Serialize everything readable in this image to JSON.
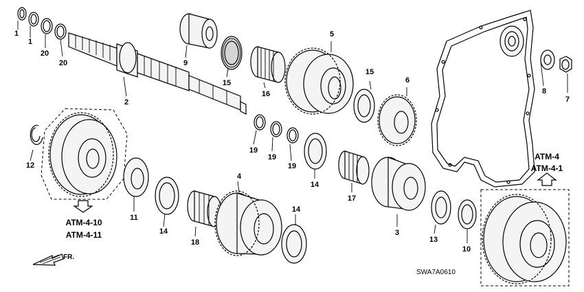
{
  "callouts": [
    {
      "id": "c1a",
      "label": "1"
    },
    {
      "id": "c1b",
      "label": "1"
    },
    {
      "id": "c20a",
      "label": "20"
    },
    {
      "id": "c20b",
      "label": "20"
    },
    {
      "id": "c2",
      "label": "2"
    },
    {
      "id": "c9",
      "label": "9"
    },
    {
      "id": "c15a",
      "label": "15"
    },
    {
      "id": "c16",
      "label": "16"
    },
    {
      "id": "c5",
      "label": "5"
    },
    {
      "id": "c15b",
      "label": "15"
    },
    {
      "id": "c6",
      "label": "6"
    },
    {
      "id": "c8",
      "label": "8"
    },
    {
      "id": "c7",
      "label": "7"
    },
    {
      "id": "c19a",
      "label": "19"
    },
    {
      "id": "c19b",
      "label": "19"
    },
    {
      "id": "c19c",
      "label": "19"
    },
    {
      "id": "c14a",
      "label": "14"
    },
    {
      "id": "c17",
      "label": "17"
    },
    {
      "id": "c12",
      "label": "12"
    },
    {
      "id": "c11",
      "label": "11"
    },
    {
      "id": "c14b",
      "label": "14"
    },
    {
      "id": "c18",
      "label": "18"
    },
    {
      "id": "c4",
      "label": "4"
    },
    {
      "id": "c14c",
      "label": "14"
    },
    {
      "id": "c3",
      "label": "3"
    },
    {
      "id": "c13",
      "label": "13"
    },
    {
      "id": "c10",
      "label": "10"
    }
  ],
  "refs": {
    "left_line1": "ATM-4-10",
    "left_line2": "ATM-4-11",
    "right_line1": "ATM-4",
    "right_line2": "ATM-4-1"
  },
  "direction_label": "FR.",
  "diagram_code": "SWA7A0610"
}
